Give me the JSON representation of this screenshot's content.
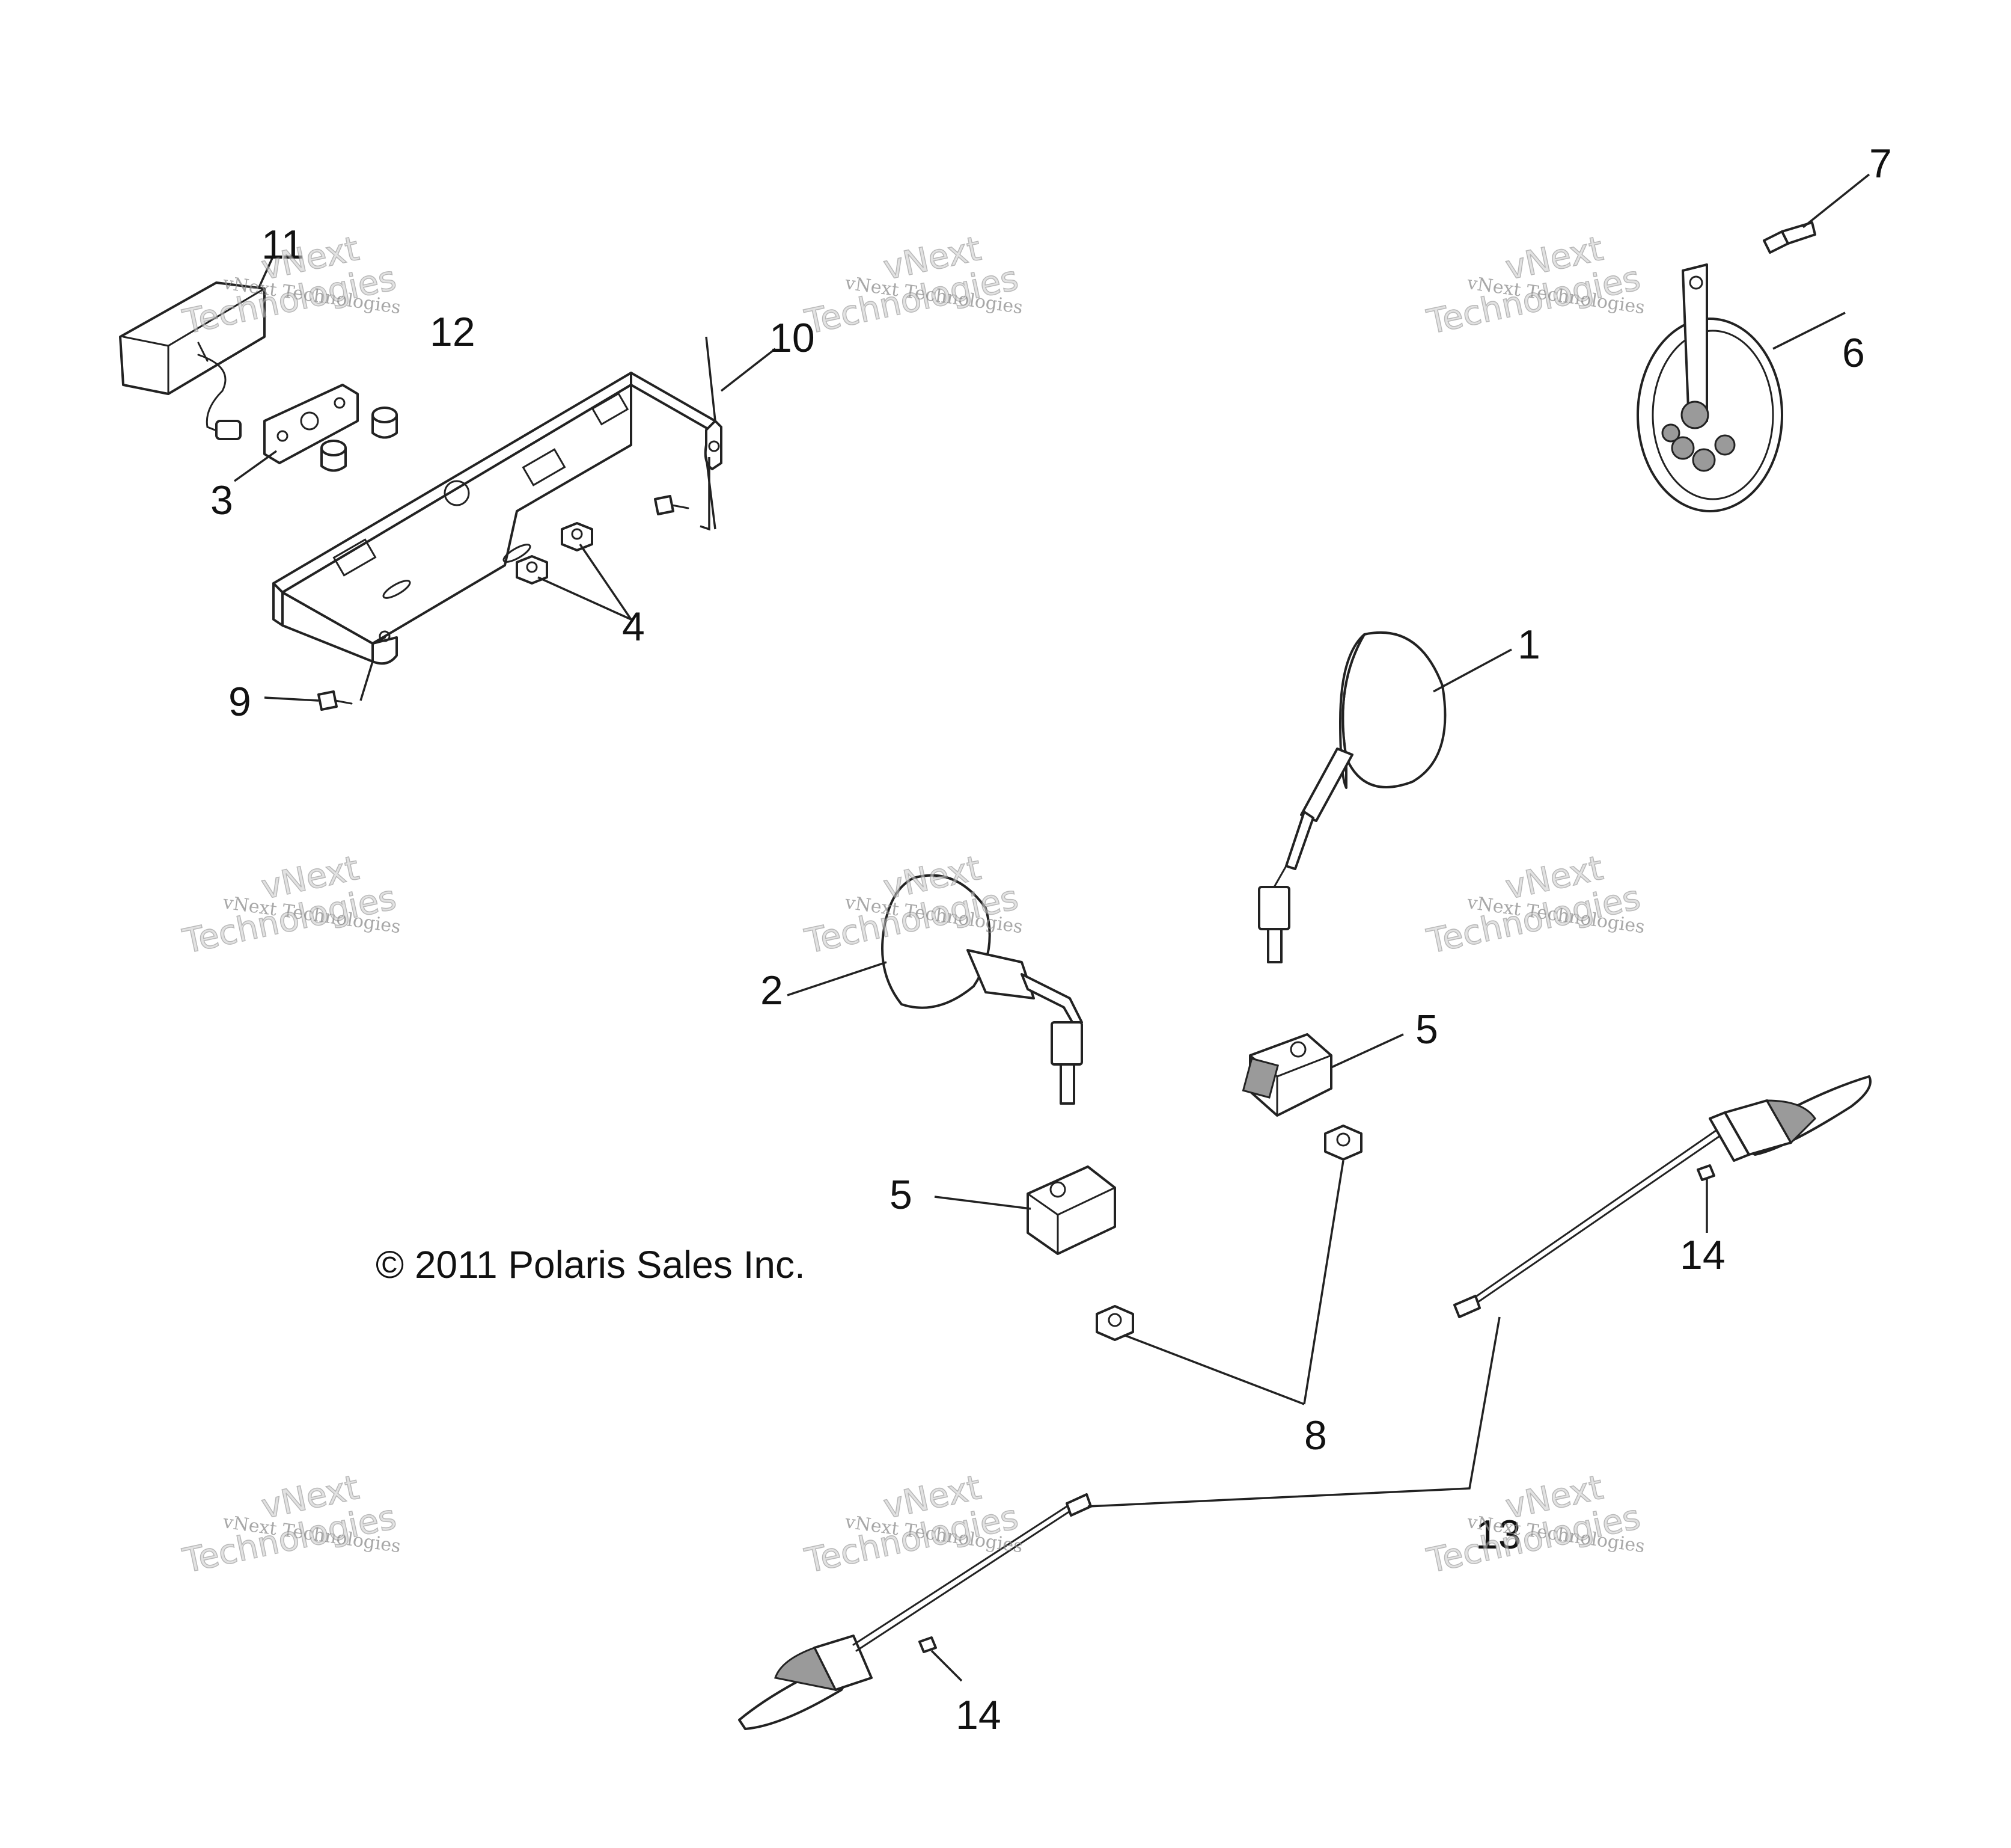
{
  "callouts": {
    "c1": "1",
    "c2": "2",
    "c3": "3",
    "c4": "4",
    "c5a": "5",
    "c5b": "5",
    "c6": "6",
    "c7": "7",
    "c8": "8",
    "c9": "9",
    "c10": "10",
    "c11": "11",
    "c12": "12",
    "c13": "13",
    "c14a": "14",
    "c14b": "14"
  },
  "copyright": "© 2011 Polaris Sales Inc.",
  "watermark": {
    "line1": "vNext",
    "line2": "vNext Technologies",
    "line3": "Technologies"
  },
  "colors": {
    "line": "#222222",
    "background": "#ffffff",
    "watermark": "#8a8a8a"
  }
}
